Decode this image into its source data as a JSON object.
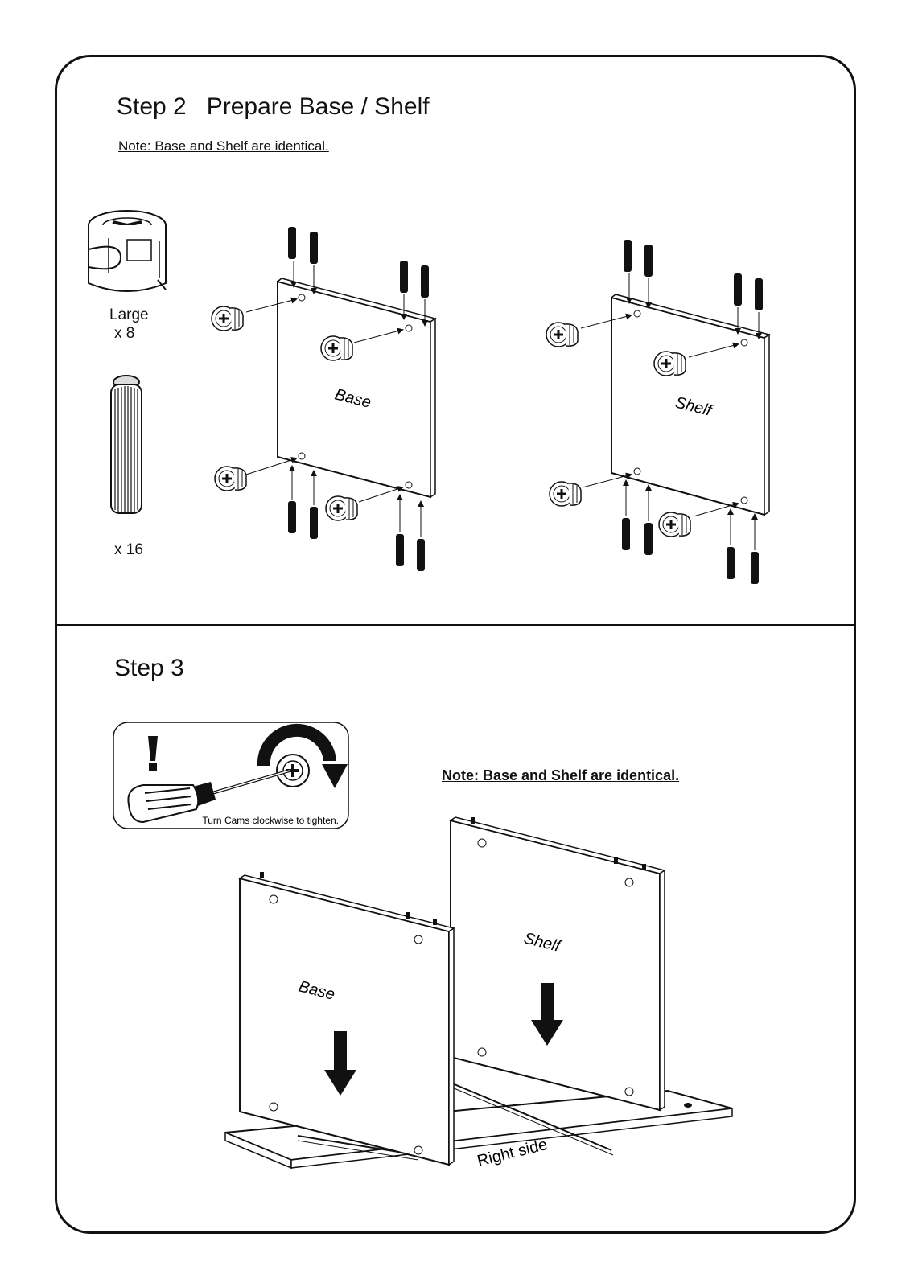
{
  "step2": {
    "title": "Step 2   Prepare Base / Shelf",
    "note": "Note: Base and Shelf are identical.",
    "cam_name": "Large",
    "cam_qty": "x 8",
    "dowel_qty": "x 16",
    "panel_left_label": "Base",
    "panel_right_label": "Shelf"
  },
  "step3": {
    "title": "Step 3",
    "tip_text": "Turn Cams clockwise to tighten.",
    "note": "Note: Base and Shelf are identical.",
    "panel_front_label": "Base",
    "panel_back_label": "Shelf",
    "side_label": "Right side"
  },
  "icons": [
    "cam-lock-icon",
    "dowel-icon",
    "screwdriver-icon",
    "warning-icon",
    "clockwise-arrow-icon"
  ]
}
